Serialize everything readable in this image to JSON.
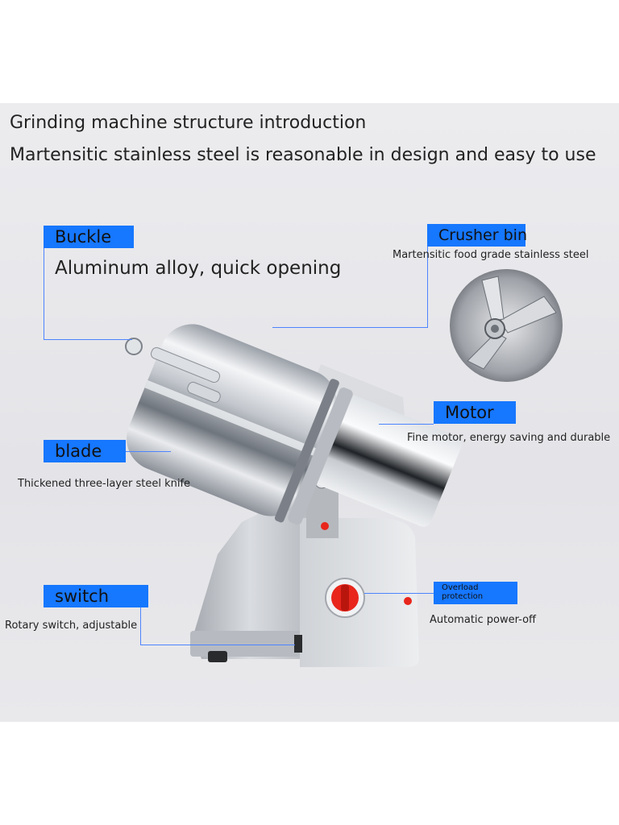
{
  "heading": {
    "line1": "Grinding machine structure introduction",
    "line2": "Martensitic stainless steel is reasonable in design and easy to use"
  },
  "callouts": {
    "buckle": {
      "label": "Buckle",
      "desc": "Aluminum alloy, quick opening"
    },
    "crusher_bin": {
      "label": "Crusher bin",
      "desc": "Martensitic food grade stainless steel"
    },
    "motor": {
      "label": "Motor",
      "desc": "Fine motor, energy saving and durable"
    },
    "blade": {
      "label": "blade",
      "desc": "Thickened three-layer steel knife"
    },
    "switch": {
      "label": "switch",
      "desc": "Rotary switch, adjustable"
    },
    "overload": {
      "label": "Overload protection",
      "desc": "Automatic power-off"
    }
  },
  "colors": {
    "tag_blue": "#1677ff",
    "leader_line": "#4d84ff",
    "knob_red": "#e8261c",
    "steel": "#c9ccd1"
  }
}
